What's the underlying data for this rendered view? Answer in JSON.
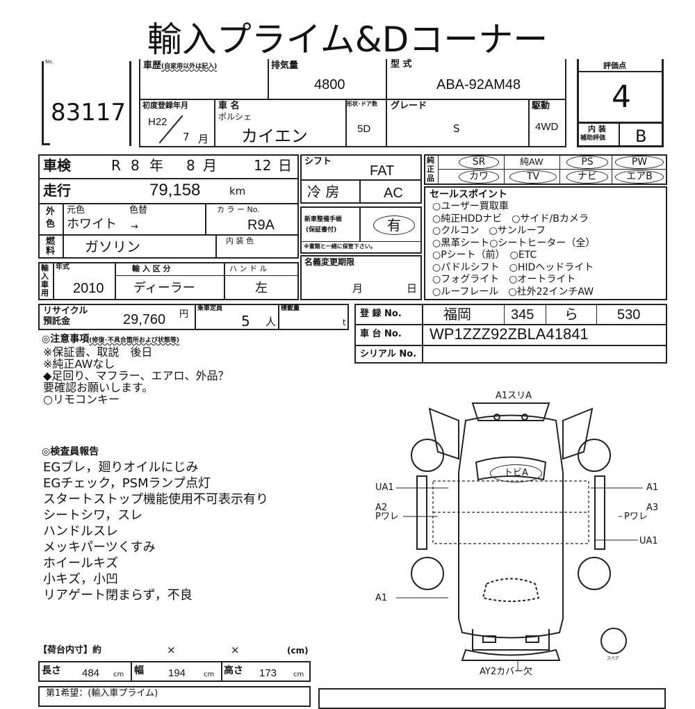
{
  "title": "輸入プライム&Dコーナー",
  "lot": {
    "label": "No.",
    "number": "83117"
  },
  "history": {
    "label": "車歴",
    "note": "(自家用以外は記入)"
  },
  "displacement": {
    "label": "排気量",
    "value": "4800"
  },
  "model_code": {
    "label": "型 式",
    "value": "ABA-92AM48"
  },
  "first_reg": {
    "label": "初度登録年月",
    "era": "H22",
    "month": "7",
    "month_unit": "月"
  },
  "car_name": {
    "label": "車 名",
    "maker": "ポルシェ",
    "model": "カイエン"
  },
  "doors": {
    "label": "形状･ドア数",
    "value": "5D"
  },
  "grade": {
    "label": "グレード",
    "value": "S"
  },
  "drive": {
    "label": "駆動",
    "value": "4WD"
  },
  "score": {
    "label": "評価点",
    "value": "4",
    "interior_label_1": "内 装",
    "interior_label_2": "補助評価",
    "interior_value": "B"
  },
  "inspection": {
    "label": "車検",
    "era": "R",
    "year": "8",
    "year_unit": "年",
    "month": "8",
    "month_unit": "月",
    "day": "12",
    "day_unit": "日"
  },
  "mileage": {
    "label": "走行",
    "value": "79,158",
    "unit": "km"
  },
  "color": {
    "side_label_1": "外",
    "side_label_2": "色",
    "orig_label": "元色",
    "change_label": "色替",
    "orig_value": "ホワイト",
    "arrow": "→",
    "code_label": "カ ラ ー No.",
    "code_value": "R9A"
  },
  "fuel": {
    "side_label_1": "燃",
    "side_label_2": "料",
    "value": "ガソリン",
    "interior_color_label": "内 装 色"
  },
  "import": {
    "side_label": "輸入車用",
    "year_label": "年式",
    "year_value": "2010",
    "type_label": "輸 入 区 分",
    "type_value": "ディーラー",
    "handle_label": "ハ ン ド ル",
    "handle_value": "左"
  },
  "shift": {
    "label": "シフト",
    "value": "FAT"
  },
  "aircon": {
    "label": "冷 房",
    "value": "AC"
  },
  "manual": {
    "label_1": "新車整備手帳",
    "label_2": "(保証書付)",
    "value": "有",
    "note": "※書類と一緒に保管下さい。"
  },
  "name_change": {
    "label": "名義変更期限",
    "month_unit": "月",
    "day_unit": "日"
  },
  "genuine": {
    "label_1": "純",
    "label_2": "正",
    "label_3": "品",
    "items": [
      "SR",
      "純AW",
      "PS",
      "PW",
      "カワ",
      "TV",
      "ナビ",
      "エアB"
    ]
  },
  "sales_points": {
    "label": "セールスポイント",
    "lines": [
      "○ユーザー買取車",
      "○純正HDDナビ　○サイド/Bカメラ",
      "○クルコン　○サンルーフ",
      "○黒革シート○シートヒーター（全）",
      "○Pシート（前）　○ETC",
      "○パドルシフト　○HIDヘッドライト",
      "○フォグライト　○オートライト",
      "○ルーフレール　○社外22インチAW"
    ]
  },
  "recycle": {
    "label_1": "リサイクル",
    "label_2": "預託金",
    "value": "29,760",
    "unit": "円"
  },
  "capacity": {
    "label": "乗車定員",
    "value": "5",
    "unit": "人"
  },
  "load": {
    "label": "積載量",
    "unit": "t"
  },
  "registration": {
    "label": "登 録 No.",
    "pref": "福岡",
    "class": "345",
    "kana": "ら",
    "number": "530"
  },
  "chassis": {
    "label": "車 台 No.",
    "value": "WP1ZZZ92ZBLA41841"
  },
  "serial": {
    "label": "シリアル No."
  },
  "notes": {
    "label": "◎注意事項",
    "sub": "(修復･不具合箇所および状態等)",
    "lines": [
      "※保証書、取説　後日",
      "※純正AWなし",
      "◆足回り、マフラー、エアロ、外品？",
      "要確認お願いします。",
      "○リモコンキー"
    ]
  },
  "inspector": {
    "label": "◎検査員報告",
    "lines": [
      "EGブレ，廻りオイルにじみ",
      "EGチェック，PSMランプ点灯",
      "スタートストップ機能使用不可表示有り",
      "シートシワ，スレ",
      "ハンドルスレ",
      "メッキパーツくすみ",
      "ホイールキズ",
      "小キズ，小凹",
      "リアゲート閉まらず，不良"
    ]
  },
  "diagram": {
    "top": "A1スリA",
    "roof": "トビA",
    "left_1": "UA1",
    "left_2a": "A2",
    "left_2b": "Pワレ",
    "left_3": "A1",
    "right_1": "A1",
    "right_2a": "A3",
    "right_2b": "Pワレ",
    "right_3": "UA1",
    "bottom": "AY2カバー欠",
    "spare": "スペア"
  },
  "cargo": {
    "label": "【荷台内寸】約",
    "x1": "×",
    "x2": "×",
    "unit": "(cm)",
    "length_label": "長さ",
    "length": "484",
    "width_label": "幅",
    "width": "194",
    "height_label": "高さ",
    "height": "173",
    "cm": "cm"
  },
  "bottom": {
    "wish": "第1希望：(輸入車プライム)"
  }
}
